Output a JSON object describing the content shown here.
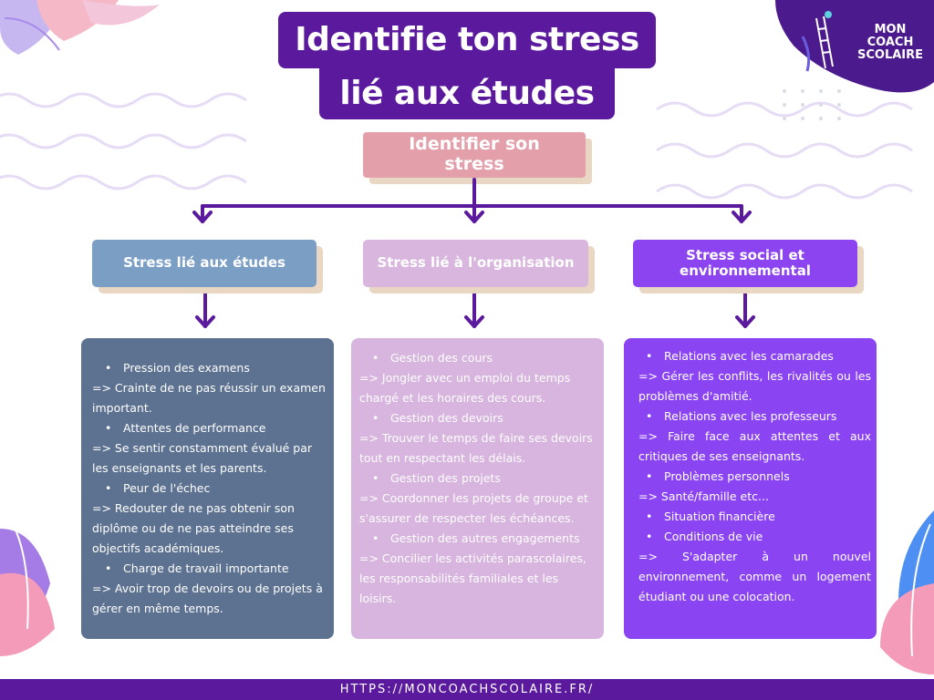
{
  "title": {
    "line1": "Identifie ton stress",
    "line2": "lié aux études"
  },
  "root": {
    "label": "Identifier son stress"
  },
  "categories": [
    {
      "label": "Stress lié aux études",
      "color": "#7b9ec4"
    },
    {
      "label": "Stress lié à l'organisation",
      "color": "#d8b6de"
    },
    {
      "label": "Stress social et environnemental",
      "color": "#8c44f0"
    }
  ],
  "boxes": [
    {
      "color": "#5d7291",
      "lines": [
        {
          "bullet": true,
          "text": "Pression des examens"
        },
        {
          "bullet": false,
          "text": " => Crainte de ne pas réussir un examen important."
        },
        {
          "bullet": true,
          "text": "Attentes de performance"
        },
        {
          "bullet": false,
          "text": " => Se sentir constamment évalué par les enseignants et les parents."
        },
        {
          "bullet": true,
          "text": "Peur de l'échec"
        },
        {
          "bullet": false,
          "text": "=> Redouter de ne pas obtenir son diplôme ou de ne pas atteindre ses objectifs académiques."
        },
        {
          "bullet": true,
          "text": "Charge de travail importante"
        },
        {
          "bullet": false,
          "text": "=> Avoir trop de devoirs ou de projets à gérer en même temps."
        }
      ]
    },
    {
      "color": "#d7b5df",
      "lines": [
        {
          "bullet": true,
          "text": "Gestion des cours"
        },
        {
          "bullet": false,
          "text": "=> Jongler avec un emploi du temps chargé et les horaires des cours."
        },
        {
          "bullet": true,
          "text": "Gestion des devoirs"
        },
        {
          "bullet": false,
          "text": "=> Trouver le temps de faire ses devoirs tout en respectant les délais."
        },
        {
          "bullet": true,
          "text": "Gestion des projets"
        },
        {
          "bullet": false,
          "text": "=> Coordonner les projets de groupe et s'assurer de respecter les échéances."
        },
        {
          "bullet": true,
          "text": "Gestion des autres engagements"
        },
        {
          "bullet": false,
          "text": "=> Concilier les activités parascolaires, les responsabilités familiales et les loisirs."
        }
      ]
    },
    {
      "color": "#8b44f2",
      "lines": [
        {
          "bullet": true,
          "text": "Relations avec les camarades"
        },
        {
          "bullet": false,
          "text": "=> Gérer les conflits, les rivalités ou les problèmes d'amitié."
        },
        {
          "bullet": true,
          "text": "Relations avec les  professeurs"
        },
        {
          "bullet": false,
          "text": "=> Faire face aux attentes et aux critiques de ses enseignants."
        },
        {
          "bullet": true,
          "text": "Problèmes personnels"
        },
        {
          "bullet": false,
          "text": "=> Santé/famille etc..."
        },
        {
          "bullet": true,
          "text": "Situation financière"
        },
        {
          "bullet": true,
          "text": "Conditions de vie"
        },
        {
          "bullet": false,
          "text": "=> S'adapter à un nouvel environnement, comme un logement étudiant ou une colocation."
        }
      ]
    }
  ],
  "logo": {
    "line1": "MON",
    "line2": "COACH",
    "line3": "SCOLAIRE"
  },
  "footer": {
    "url": "HTTPS://MONCOACHSCOLAIRE.FR/"
  },
  "colors": {
    "brand_purple": "#5b1a9e",
    "connector": "#5b1a9e",
    "shadow": "#e9d7c4"
  }
}
